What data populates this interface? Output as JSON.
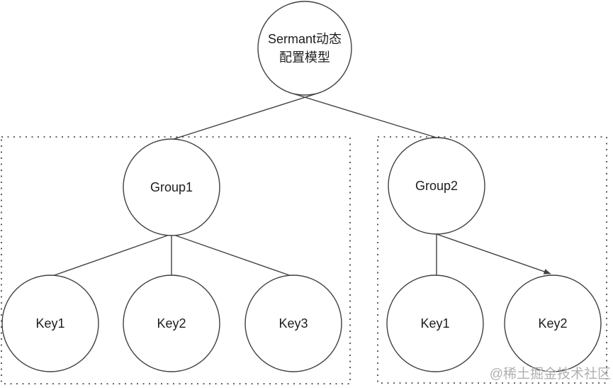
{
  "diagram": {
    "root": {
      "label_line1": "Sermant动态",
      "label_line2": "配置模型"
    },
    "groups": [
      {
        "label": "Group1",
        "keys": [
          "Key1",
          "Key2",
          "Key3"
        ]
      },
      {
        "label": "Group2",
        "keys": [
          "Key1",
          "Key2"
        ]
      }
    ],
    "colors": {
      "background": "#ffffff",
      "node_fill": "#ffffff",
      "stroke": "#404040",
      "box_stroke": "#333333",
      "text": "#1d1d1d",
      "watermark_text": "#b0b0b0"
    }
  },
  "watermark": {
    "text": "@稀土掘金技术社区"
  }
}
